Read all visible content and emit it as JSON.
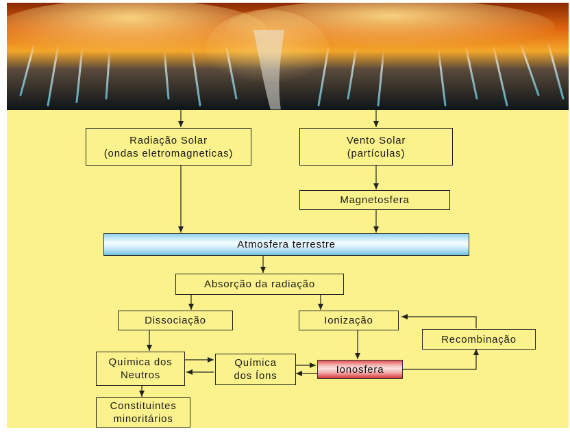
{
  "diagram": {
    "nodes": {
      "radiacao_solar": [
        "Radiação Solar",
        "(ondas eletromagneticas)"
      ],
      "vento_solar": [
        "Vento Solar",
        "(partículas)"
      ],
      "magnetosfera": "Magnetosfera",
      "atmosfera": "Atmosfera terrestre",
      "absorcao": "Absorção da radiação",
      "dissociacao": "Dissociação",
      "ionizacao": "Ionização",
      "recombinacao": "Recombinação",
      "quimica_neutros": [
        "Química dos",
        "Neutros"
      ],
      "quimica_ions": [
        "Química",
        "dos Íons"
      ],
      "ionosfera": "Ionosfera",
      "constituintes": [
        "Constituintes",
        "minoritários"
      ]
    },
    "colors": {
      "background": "#fbf28e",
      "atmosfera_bar": "#8fd0ec",
      "ionosfera_bar": "#e05050",
      "lines": "#222222"
    },
    "banner_icon": "solar-corona-image"
  }
}
